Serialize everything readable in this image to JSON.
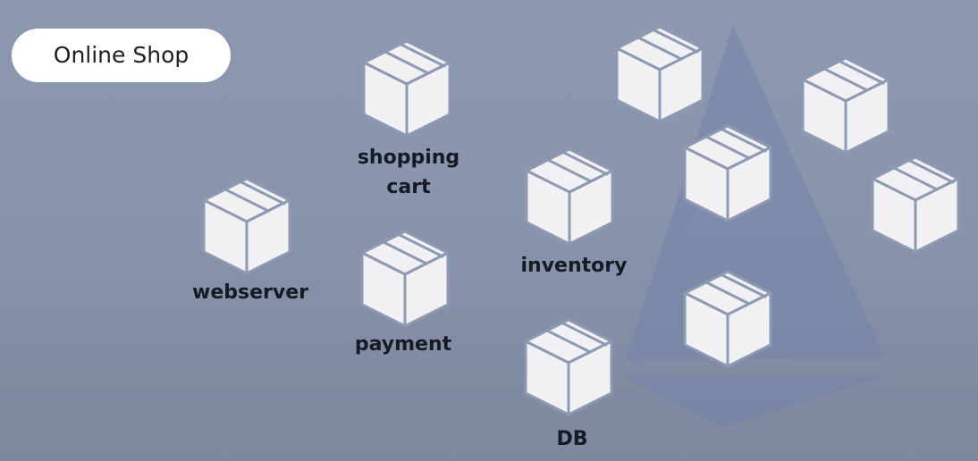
{
  "title": "Online Shop",
  "labels": {
    "webserver": "webserver",
    "shopping_cart": "shopping\ncart",
    "payment": "payment",
    "inventory": "inventory",
    "db": "DB"
  },
  "icons": {
    "box": "package-box-icon",
    "ship": "ship-sail-icon"
  },
  "colors": {
    "background": "#8C98B0",
    "box_face": "#F1F1F4",
    "box_line": "#8E9AB2",
    "label_text": "#151A24",
    "ship_shape": "#6F7FAA"
  }
}
